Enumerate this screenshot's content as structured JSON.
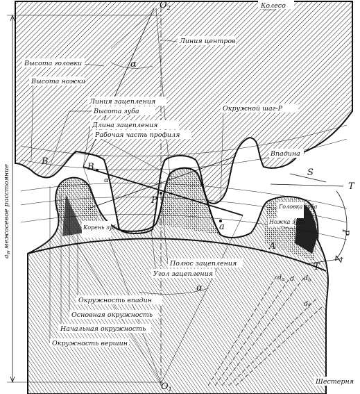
{
  "labels": {
    "o2": "O",
    "o2_sub": "2",
    "o1": "O",
    "o1_sub": "1",
    "koleso": "Колесо",
    "liniya_centrov": "Линия центров",
    "alpha_top": "α",
    "vysota_golovki": "Высота головки",
    "vysota_nozhki": "Высота ножки",
    "liniya_zacepleniya": "Линия зацепления",
    "vysota_zuba": "Высота зуба",
    "okruzhnoi_shag": "Окружной шаг-P",
    "dlina_zacepleniya": "Длина зацепления",
    "rabochaya_chast": "Рабочая часть профиля",
    "vpadina": "Впадина",
    "s": "S",
    "t_top": "T",
    "t_bottom": "T",
    "golovka_zuba": "Головка зуба",
    "nozhka_zuba": "Ножка зуба",
    "koren_zuba": "Корень зуба",
    "polyus_zacepleniya": "Полюс зацепления",
    "ugol_zacepleniya": "Угол зацепления",
    "alpha_bottom": "α",
    "okruzhnost_vpadin": "Окружность впадин",
    "osnovnaya_okruzhnost": "Основная окружность",
    "nachalnaya_okruzhnost": "Начальная окружность",
    "okruzhnost_vershin": "Окружность вершин",
    "shesternya": "Шестерня",
    "mezhosevoe": "межосевое расстояние",
    "a_w": "a",
    "a_w_sub": "w",
    "point_b_upper": "B",
    "point_b_left": "B",
    "point_p": "P",
    "point_a_upper": "a",
    "point_a_lower": "A",
    "p_rotated": "P",
    "z_label": "Z",
    "da": "d",
    "da_sub": "a",
    "d": "d",
    "db": "d",
    "db_sub": "b",
    "df": "d",
    "df_sub": "f",
    "alpha_small": "α"
  }
}
